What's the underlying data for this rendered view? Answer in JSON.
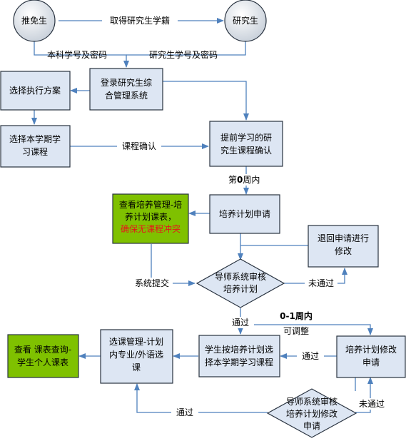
{
  "nodes": {
    "start": "推免生",
    "grad": "研究生",
    "login": [
      "登录研究生综",
      "合管理系统"
    ],
    "choose_plan": "选择执行方案",
    "choose_term": [
      "选择本学期学",
      "习课程"
    ],
    "early_confirm": [
      "提前学习的研",
      "究生课程确认"
    ],
    "view_plan": [
      "查看培养管理-培",
      "养计划课表，"
    ],
    "view_plan_warn": "确保无课程冲突",
    "apply_plan": "培养计划申请",
    "return_modify": [
      "退回申请进行",
      "修改"
    ],
    "tutor_review": [
      "导师系统审核",
      "培养计划"
    ],
    "select_by_plan": [
      "学生按培养计划选",
      "择本学期学习课程"
    ],
    "plan_modify": [
      "培养计划修改",
      "申请"
    ],
    "course_select": [
      "选课管理-计划",
      "内专业/外语选",
      "课"
    ],
    "view_schedule": [
      "查看 课表查询-",
      "学生个人课表"
    ],
    "tutor_review_mod": [
      "导师系统审核",
      "培养计划修改",
      "申请"
    ]
  },
  "edges": {
    "get_status": "取得研究生学籍",
    "undergrad_id": "本科学号及密码",
    "grad_id": "研究生学号及密码",
    "course_confirm": "课程确认",
    "week0_pre": "第",
    "week0_num": "0",
    "week0_post": "周内",
    "system_submit": "系统提交",
    "not_passed_1": "未通过",
    "passed_1": "通过",
    "adjust_week": "0-1周内",
    "adjustable": "可调整",
    "passed_2": "通过",
    "passed_3": "通过",
    "not_passed_2": "未通过"
  },
  "colors": {
    "box_fill": "#dde6f3",
    "box_border": "#28323f",
    "green_fill": "#7fc100",
    "arrow": "#4f81bd",
    "warn_text": "#e8151b"
  }
}
